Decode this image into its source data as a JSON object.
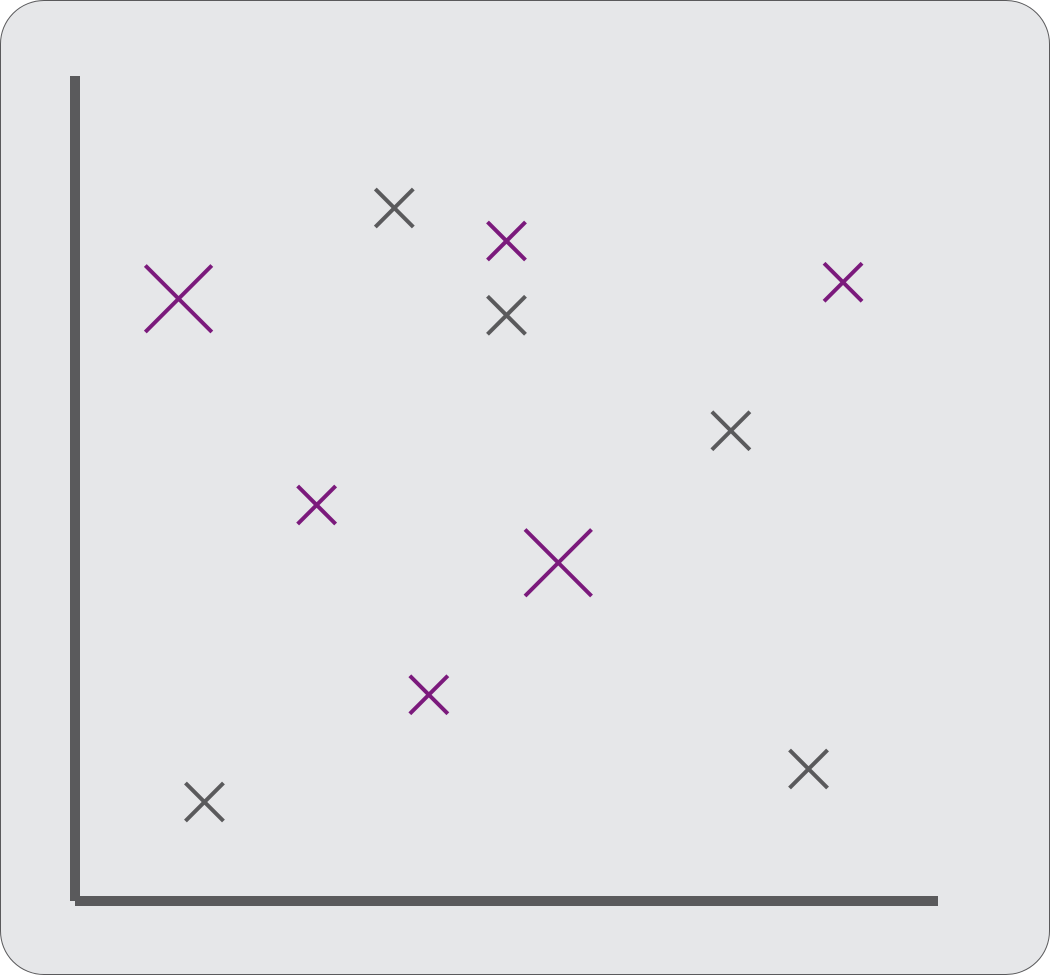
{
  "chart_data": {
    "type": "scatter",
    "title": "",
    "xlabel": "",
    "ylabel": "",
    "xlim": [
      0,
      100
    ],
    "ylim": [
      0,
      100
    ],
    "grid": false,
    "legend": "none",
    "colors": {
      "background": "#e6e7e9",
      "axis": "#5a5a5c",
      "gray_marker": "#5a5a5c",
      "purple_marker": "#7b1a7c"
    },
    "series": [
      {
        "color": "#5a5a5c",
        "points": [
          {
            "x": 15,
            "y": 12,
            "size": 1
          },
          {
            "x": 37,
            "y": 84,
            "size": 1
          },
          {
            "x": 50,
            "y": 71,
            "size": 1
          },
          {
            "x": 76,
            "y": 57,
            "size": 1
          },
          {
            "x": 85,
            "y": 16,
            "size": 1
          }
        ]
      },
      {
        "color": "#7b1a7c",
        "points": [
          {
            "x": 12,
            "y": 73,
            "size": 1.75
          },
          {
            "x": 28,
            "y": 48,
            "size": 1
          },
          {
            "x": 41,
            "y": 25,
            "size": 1
          },
          {
            "x": 50,
            "y": 80,
            "size": 1
          },
          {
            "x": 56,
            "y": 41,
            "size": 1.75
          },
          {
            "x": 89,
            "y": 75,
            "size": 1
          }
        ]
      }
    ]
  }
}
